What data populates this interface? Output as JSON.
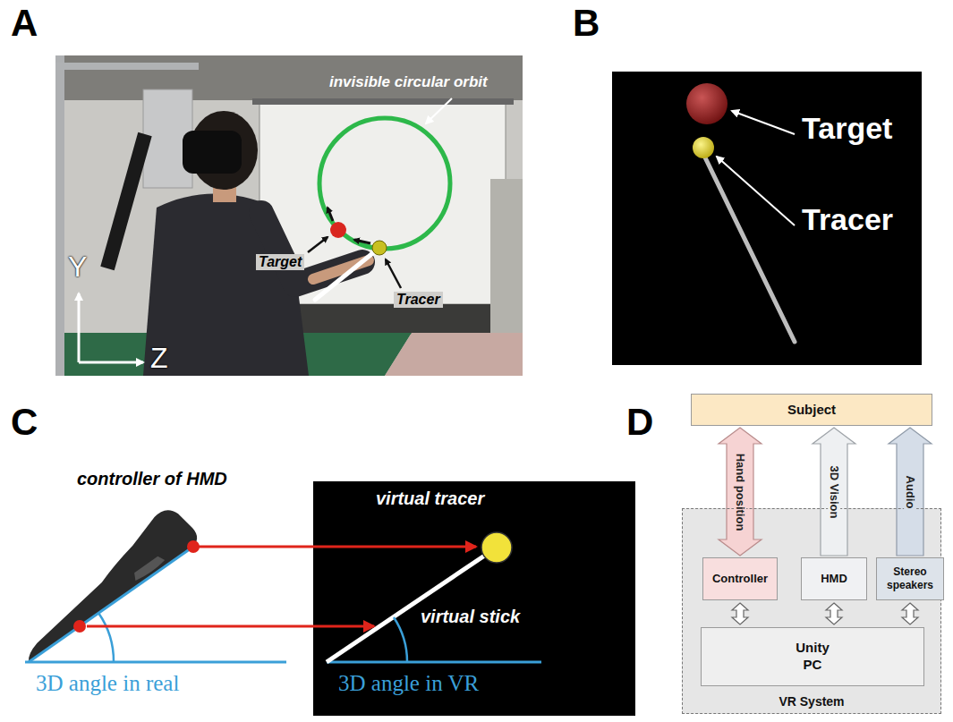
{
  "diagram": {
    "nodes": [
      {
        "text": [
          "Subject"
        ]
      },
      {
        "text": [
          "VR System"
        ]
      },
      {
        "text": [
          "Controller"
        ],
        "in": 1
      },
      {
        "text": [
          "HMD"
        ],
        "in": 1
      },
      {
        "text": [
          "Stereo speakers"
        ],
        "in": 1
      },
      {
        "text": [
          "Unity PC"
        ],
        "in": 1
      }
    ],
    "edges": [
      {
        "from": 0,
        "to": 2,
        "arrow": "both",
        "label": "Hand position"
      },
      {
        "from": 3,
        "to": 0,
        "arrow": "to",
        "label": "3D Vision"
      },
      {
        "from": 4,
        "to": 0,
        "arrow": "to",
        "label": "Audio"
      },
      {
        "from": 2,
        "to": 5,
        "arrow": "both"
      },
      {
        "from": 3,
        "to": 5,
        "arrow": "both"
      },
      {
        "from": 4,
        "to": 5,
        "arrow": "both"
      }
    ],
    "labels": [
      "A",
      "B",
      "C",
      "D",
      "invisible circular orbit",
      "Target",
      "Tracer",
      "Y",
      "Z",
      "Target",
      "Tracer",
      "controller of HMD",
      "virtual tracer",
      "virtual stick",
      "3D angle in real",
      "3D angle in VR"
    ]
  }
}
